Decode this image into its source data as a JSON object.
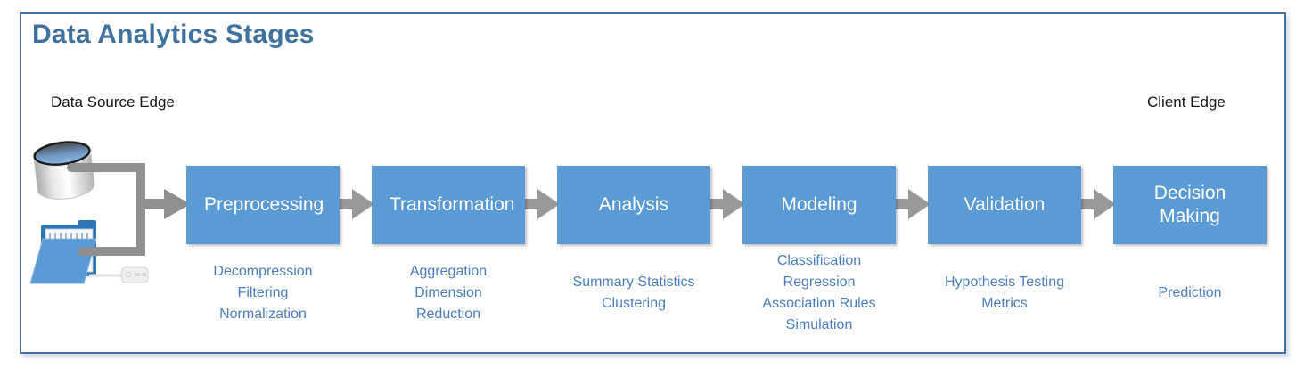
{
  "title": "Data Analytics Stages",
  "edge_labels": {
    "left": "Data Source Edge",
    "right": "Client Edge"
  },
  "stages": [
    {
      "label": "Preprocessing",
      "items": [
        "Decompression",
        "Filtering",
        "Normalization"
      ]
    },
    {
      "label": "Transformation",
      "items": [
        "Aggregation",
        "Dimension",
        "Reduction"
      ]
    },
    {
      "label": "Analysis",
      "items": [
        "Summary Statistics",
        "Clustering"
      ]
    },
    {
      "label": "Modeling",
      "items": [
        "Classification",
        "Regression",
        "Association Rules",
        "Simulation"
      ]
    },
    {
      "label": "Validation",
      "items": [
        "Hypothesis Testing",
        "Metrics"
      ]
    },
    {
      "label": "Decision Making",
      "items": [
        "Prediction"
      ]
    }
  ],
  "icons": [
    {
      "name": "database-icon"
    },
    {
      "name": "folder-icon"
    },
    {
      "name": "key-icon"
    }
  ],
  "colors": {
    "stage_fill": "#5B9BD5",
    "stage_text": "#FFFFFF",
    "title_text": "#3F729F",
    "item_text": "#4A7EBB",
    "connector": "#8F8F8F",
    "arrow": "#999999",
    "frame_border": "#41719C",
    "folder_back": "#2E75B6"
  }
}
